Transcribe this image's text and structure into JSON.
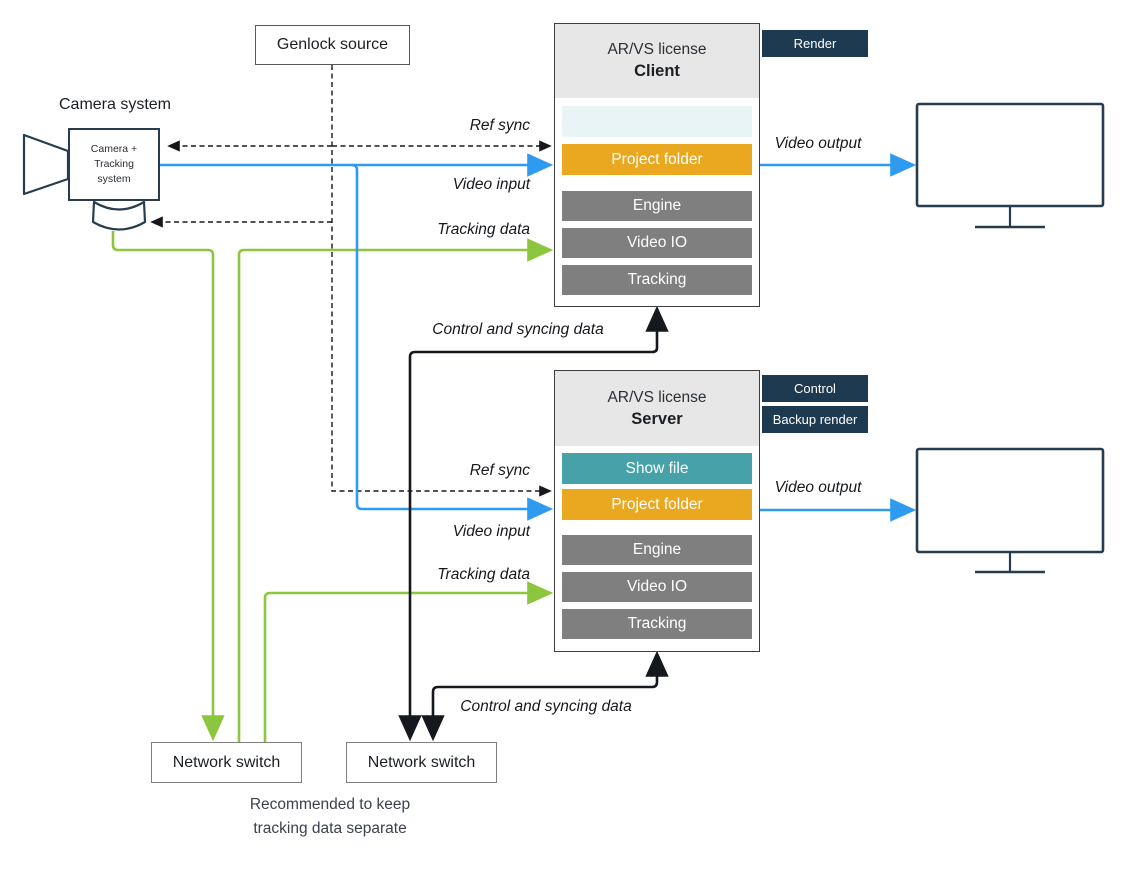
{
  "camera": {
    "system_label": "Camera system",
    "box_label": "Camera + Tracking system"
  },
  "genlock": {
    "label": "Genlock source"
  },
  "client": {
    "license_label": "AR/VS license",
    "role": "Client",
    "badges": [
      "Render"
    ],
    "rows": {
      "placeholder": "",
      "project_folder": "Project folder",
      "engine": "Engine",
      "video_io": "Video IO",
      "tracking": "Tracking"
    }
  },
  "server": {
    "license_label": "AR/VS license",
    "role": "Server",
    "badges": [
      "Control",
      "Backup render"
    ],
    "rows": {
      "show_file": "Show file",
      "project_folder": "Project folder",
      "engine": "Engine",
      "video_io": "Video IO",
      "tracking": "Tracking"
    }
  },
  "switches": {
    "tracking_switch_label": "Network switch",
    "control_switch_label": "Network switch"
  },
  "note": "Recommended to keep tracking data separate",
  "labels": {
    "ref_sync": "Ref sync",
    "video_input": "Video input",
    "tracking_data": "Tracking data",
    "control_sync": "Control and syncing data",
    "video_output": "Video output"
  },
  "colors": {
    "video_blue": "#2f9bf0",
    "tracking_green": "#8cc63f",
    "project_orange": "#e9a820",
    "show_file_teal": "#46a1a9",
    "badge_navy": "#1e3a50",
    "module_gray": "#7f7f7f",
    "placeholder_pale_blue": "#e9f4f6",
    "header_gray": "#e7e7e7"
  }
}
